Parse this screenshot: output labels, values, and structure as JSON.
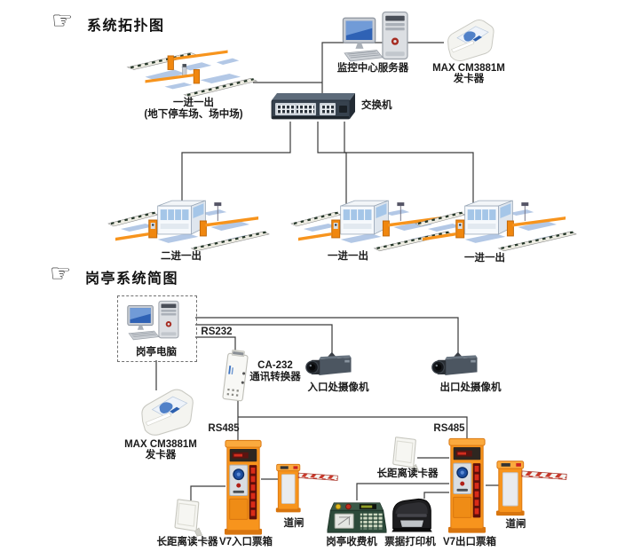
{
  "colors": {
    "accent_orange": "#f7941d",
    "wire": "#3a3a3a",
    "led_red": "#d92b18",
    "parking_blue": "#b3c8e6",
    "fee_machine_green": "#2c4a3a"
  },
  "icons": {
    "hand": "☞"
  },
  "topology": {
    "title": "系统拓扑图",
    "lot_top": {
      "name": "一进一出",
      "sub": "(地下停车场、场中场)"
    },
    "server": "监控中心服务器",
    "dispenser_line1": "MAX CM3881M",
    "dispenser_line2": "发卡器",
    "switch": "交换机",
    "lot1": "二进一出",
    "lot2": "一进一出",
    "lot3": "一进一出"
  },
  "booth": {
    "title": "岗亭系统简图",
    "pc": "岗亭电脑",
    "rs232": "RS232",
    "converter_line1": "CA-232",
    "converter_line2": "通讯转换器",
    "camera_in": "入口处摄像机",
    "camera_out": "出口处摄像机",
    "dispenser_line1": "MAX CM3881M",
    "dispenser_line2": "发卡器",
    "rs485_left": "RS485",
    "rs485_right": "RS485",
    "reader_in": "长距离读卡器",
    "ticketbox_in": "V7入口票箱",
    "barrier_in": "道闸",
    "reader_out": "长距离读卡器",
    "fee_machine": "岗亭收费机",
    "printer": "票据打印机",
    "ticketbox_out": "V7出口票箱",
    "barrier_out": "道闸"
  }
}
